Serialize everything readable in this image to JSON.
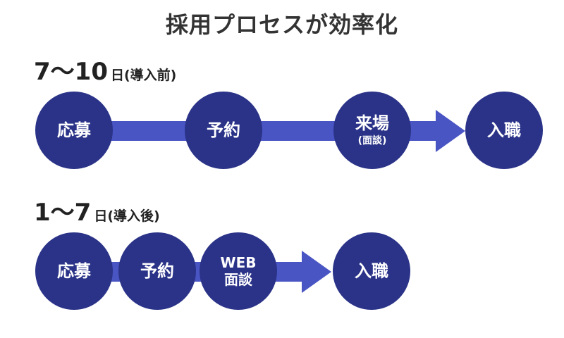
{
  "title": "採用プロセスが効率化",
  "before": {
    "period": "7〜10",
    "unit": "日(導入前)",
    "steps": [
      "応募",
      "予約",
      "来場",
      "入職"
    ],
    "visit_sub": "(面談)"
  },
  "after": {
    "period": "1〜7",
    "unit": "日(導入後)",
    "steps": [
      "応募",
      "予約",
      "WEB",
      "入職"
    ],
    "web_sub": "面談"
  },
  "colors": {
    "node": "#2a3388",
    "connector": "#4a55c4",
    "text": "#222222"
  }
}
